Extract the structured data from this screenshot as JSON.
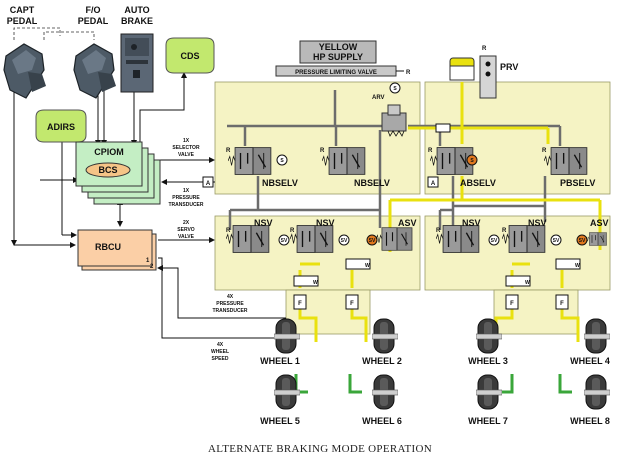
{
  "labels": {
    "capt_pedal": [
      "CAPT",
      "PEDAL"
    ],
    "fo_pedal": [
      "F/O",
      "PEDAL"
    ],
    "auto_brake": [
      "AUTO",
      "BRAKE"
    ],
    "cds": "CDS",
    "adirs": "ADIRS",
    "cpiom": "CPIOM",
    "bcs": "BCS",
    "rbcu": "RBCU",
    "rbcu_ports": [
      "1",
      "2"
    ],
    "yellow_supply": [
      "YELLOW",
      "HP SUPPLY"
    ],
    "plv": "PRESSURE LIMITING VALVE",
    "plv_r": "R",
    "arv": "ARV",
    "prv": "PRV",
    "prv_r": "R",
    "nbselv": "NBSELV",
    "absselv": "ABSELV",
    "pbselv": "PBSELV",
    "nsv": "NSV",
    "asv": "ASV",
    "r": "R",
    "s": "S",
    "sv": "SV",
    "w": "W",
    "f": "F",
    "a": "A",
    "selector_valve": [
      "1X",
      "SELECTOR",
      "VALVE"
    ],
    "pressure_transducer_1x": [
      "1X",
      "PRESSURE",
      "TRANSDUCER"
    ],
    "servo_valve": [
      "2X",
      "SERVO",
      "VALVE"
    ],
    "pressure_transducer_4x": [
      "4X",
      "PRESSURE",
      "TRANSDUCER"
    ],
    "wheel_speed": [
      "4X",
      "WHEEL",
      "SPEED"
    ],
    "wheels": [
      "WHEEL 1",
      "WHEEL 2",
      "WHEEL 3",
      "WHEEL 4",
      "WHEEL 5",
      "WHEEL 6",
      "WHEEL 7",
      "WHEEL 8"
    ],
    "caption": "ALTERNATE BRAKING MODE OPERATION"
  },
  "colors": {
    "panel": "#f5f3c4",
    "cpiom_fill": "#c4eec4",
    "bcs_fill": "#f5c487",
    "rbcu_fill": "#fbcfa6",
    "cds_fill": "#c2e86e",
    "adirs_fill": "#c2e86e",
    "yellow_line": "#e9e10f",
    "green_line": "#3aa63a",
    "grey_line": "#6c6c6c",
    "s_orange": "#e0781e"
  }
}
